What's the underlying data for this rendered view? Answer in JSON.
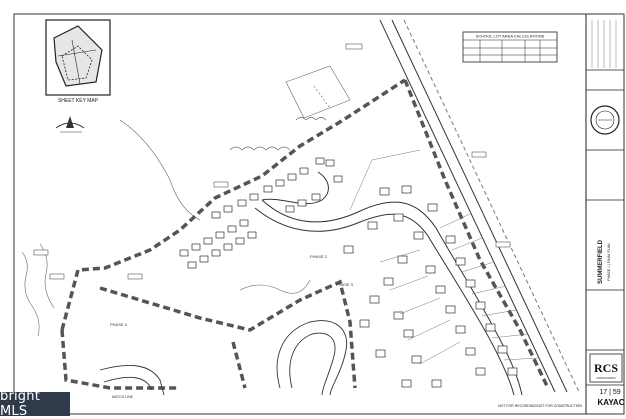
{
  "key_map": {
    "label": "SHEET KEY MAP"
  },
  "table": {
    "title": "SCHOOL LOT AREA CALCULATIONS"
  },
  "plan": {
    "project": "SUMMERFIELD",
    "subtitle": "PHASE 1 | FINAL PLAN"
  },
  "title_block": {
    "firm": "RCS",
    "firm_sub": "ASSOCIATES",
    "sheet_number": "17",
    "total_sheets": "59",
    "stamp_text": "NOT FOR RECORDING/NOT FOR CONSTRUCTION",
    "brand": "KAYAC"
  },
  "labels": {
    "phase_2": "PHASE 2",
    "phase_3": "PHASE 3",
    "phase_4": "PHASE 4",
    "match_line": "MATCH LINE"
  },
  "watermark": {
    "text": "bright MLS"
  },
  "colors": {
    "ink": "#222222",
    "dashed_boundary": "#555555",
    "light_line": "#888888"
  }
}
